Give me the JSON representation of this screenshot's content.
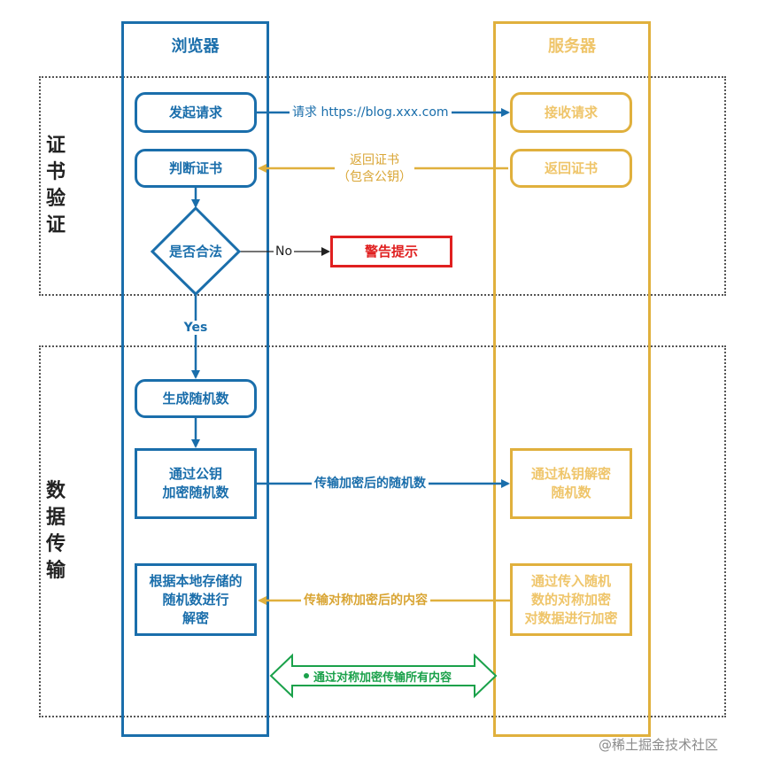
{
  "lanes": {
    "browser": "浏览器",
    "server": "服务器"
  },
  "sections": {
    "cert": "证书验证",
    "data": "数据传输"
  },
  "browser_steps": {
    "send_request": "发起请求",
    "check_cert": "判断证书",
    "is_valid": "是否合法",
    "gen_random": "生成随机数",
    "encrypt_random": "通过公钥\n加密随机数",
    "decrypt_content": "根据本地存储的\n随机数进行\n解密"
  },
  "server_steps": {
    "receive_request": "接收请求",
    "return_cert": "返回证书",
    "decrypt_random": "通过私钥解密\n随机数",
    "encrypt_data": "通过传入随机\n数的对称加密\n对数据进行加密"
  },
  "alert": "警告提示",
  "labels": {
    "no": "No",
    "yes": "Yes",
    "request": "请求 https://blog.xxx.com",
    "return_cert": "返回证书\n（包含公钥）",
    "send_encrypted_random": "传输加密后的随机数",
    "send_encrypted_content": "传输对称加密后的内容",
    "symmetric_all": "通过对称加密传输所有内容"
  },
  "watermark": "@稀土掘金技术社区",
  "colors": {
    "browser": "#1a6eab",
    "server": "#e0b03d",
    "alert": "#e02020",
    "green": "#1aa14a"
  }
}
